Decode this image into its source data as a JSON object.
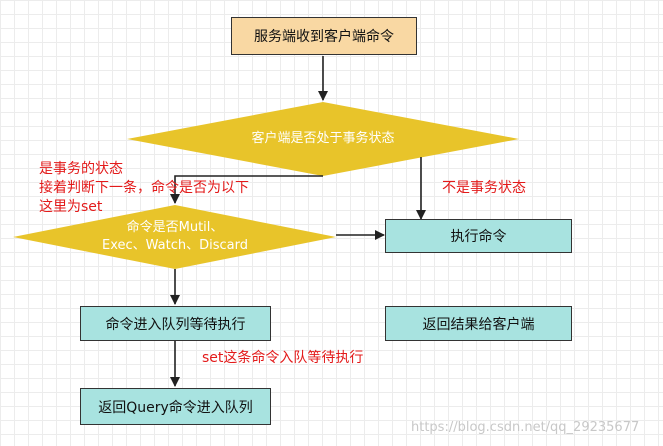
{
  "nodes": {
    "start": "服务端收到客户端命令",
    "decision_tx": "客户端是否处于事务状态",
    "decision_cmd_line1": "命令是否Mutil、",
    "decision_cmd_line2": "Exec、Watch、Discard",
    "execute": "执行命令",
    "enqueue": "命令进入队列等待执行",
    "return_result": "返回结果给客户端",
    "return_queued": "返回Query命令进入队列"
  },
  "annotations": {
    "in_tx_line1": "是事务的状态",
    "in_tx_line2": "接着判断下一条，命令是否为以下",
    "in_tx_line3": "这里为set",
    "not_tx": "不是事务状态",
    "set_enqueue": "set这条命令入队等待执行"
  },
  "watermark": "https://blog.csdn.net/qq_29235677",
  "colors": {
    "start_fill": "#f9d8a3",
    "decision_fill": "#e8c42a",
    "process_fill": "#a8e3e0",
    "annotation_text": "#e31a1a"
  }
}
